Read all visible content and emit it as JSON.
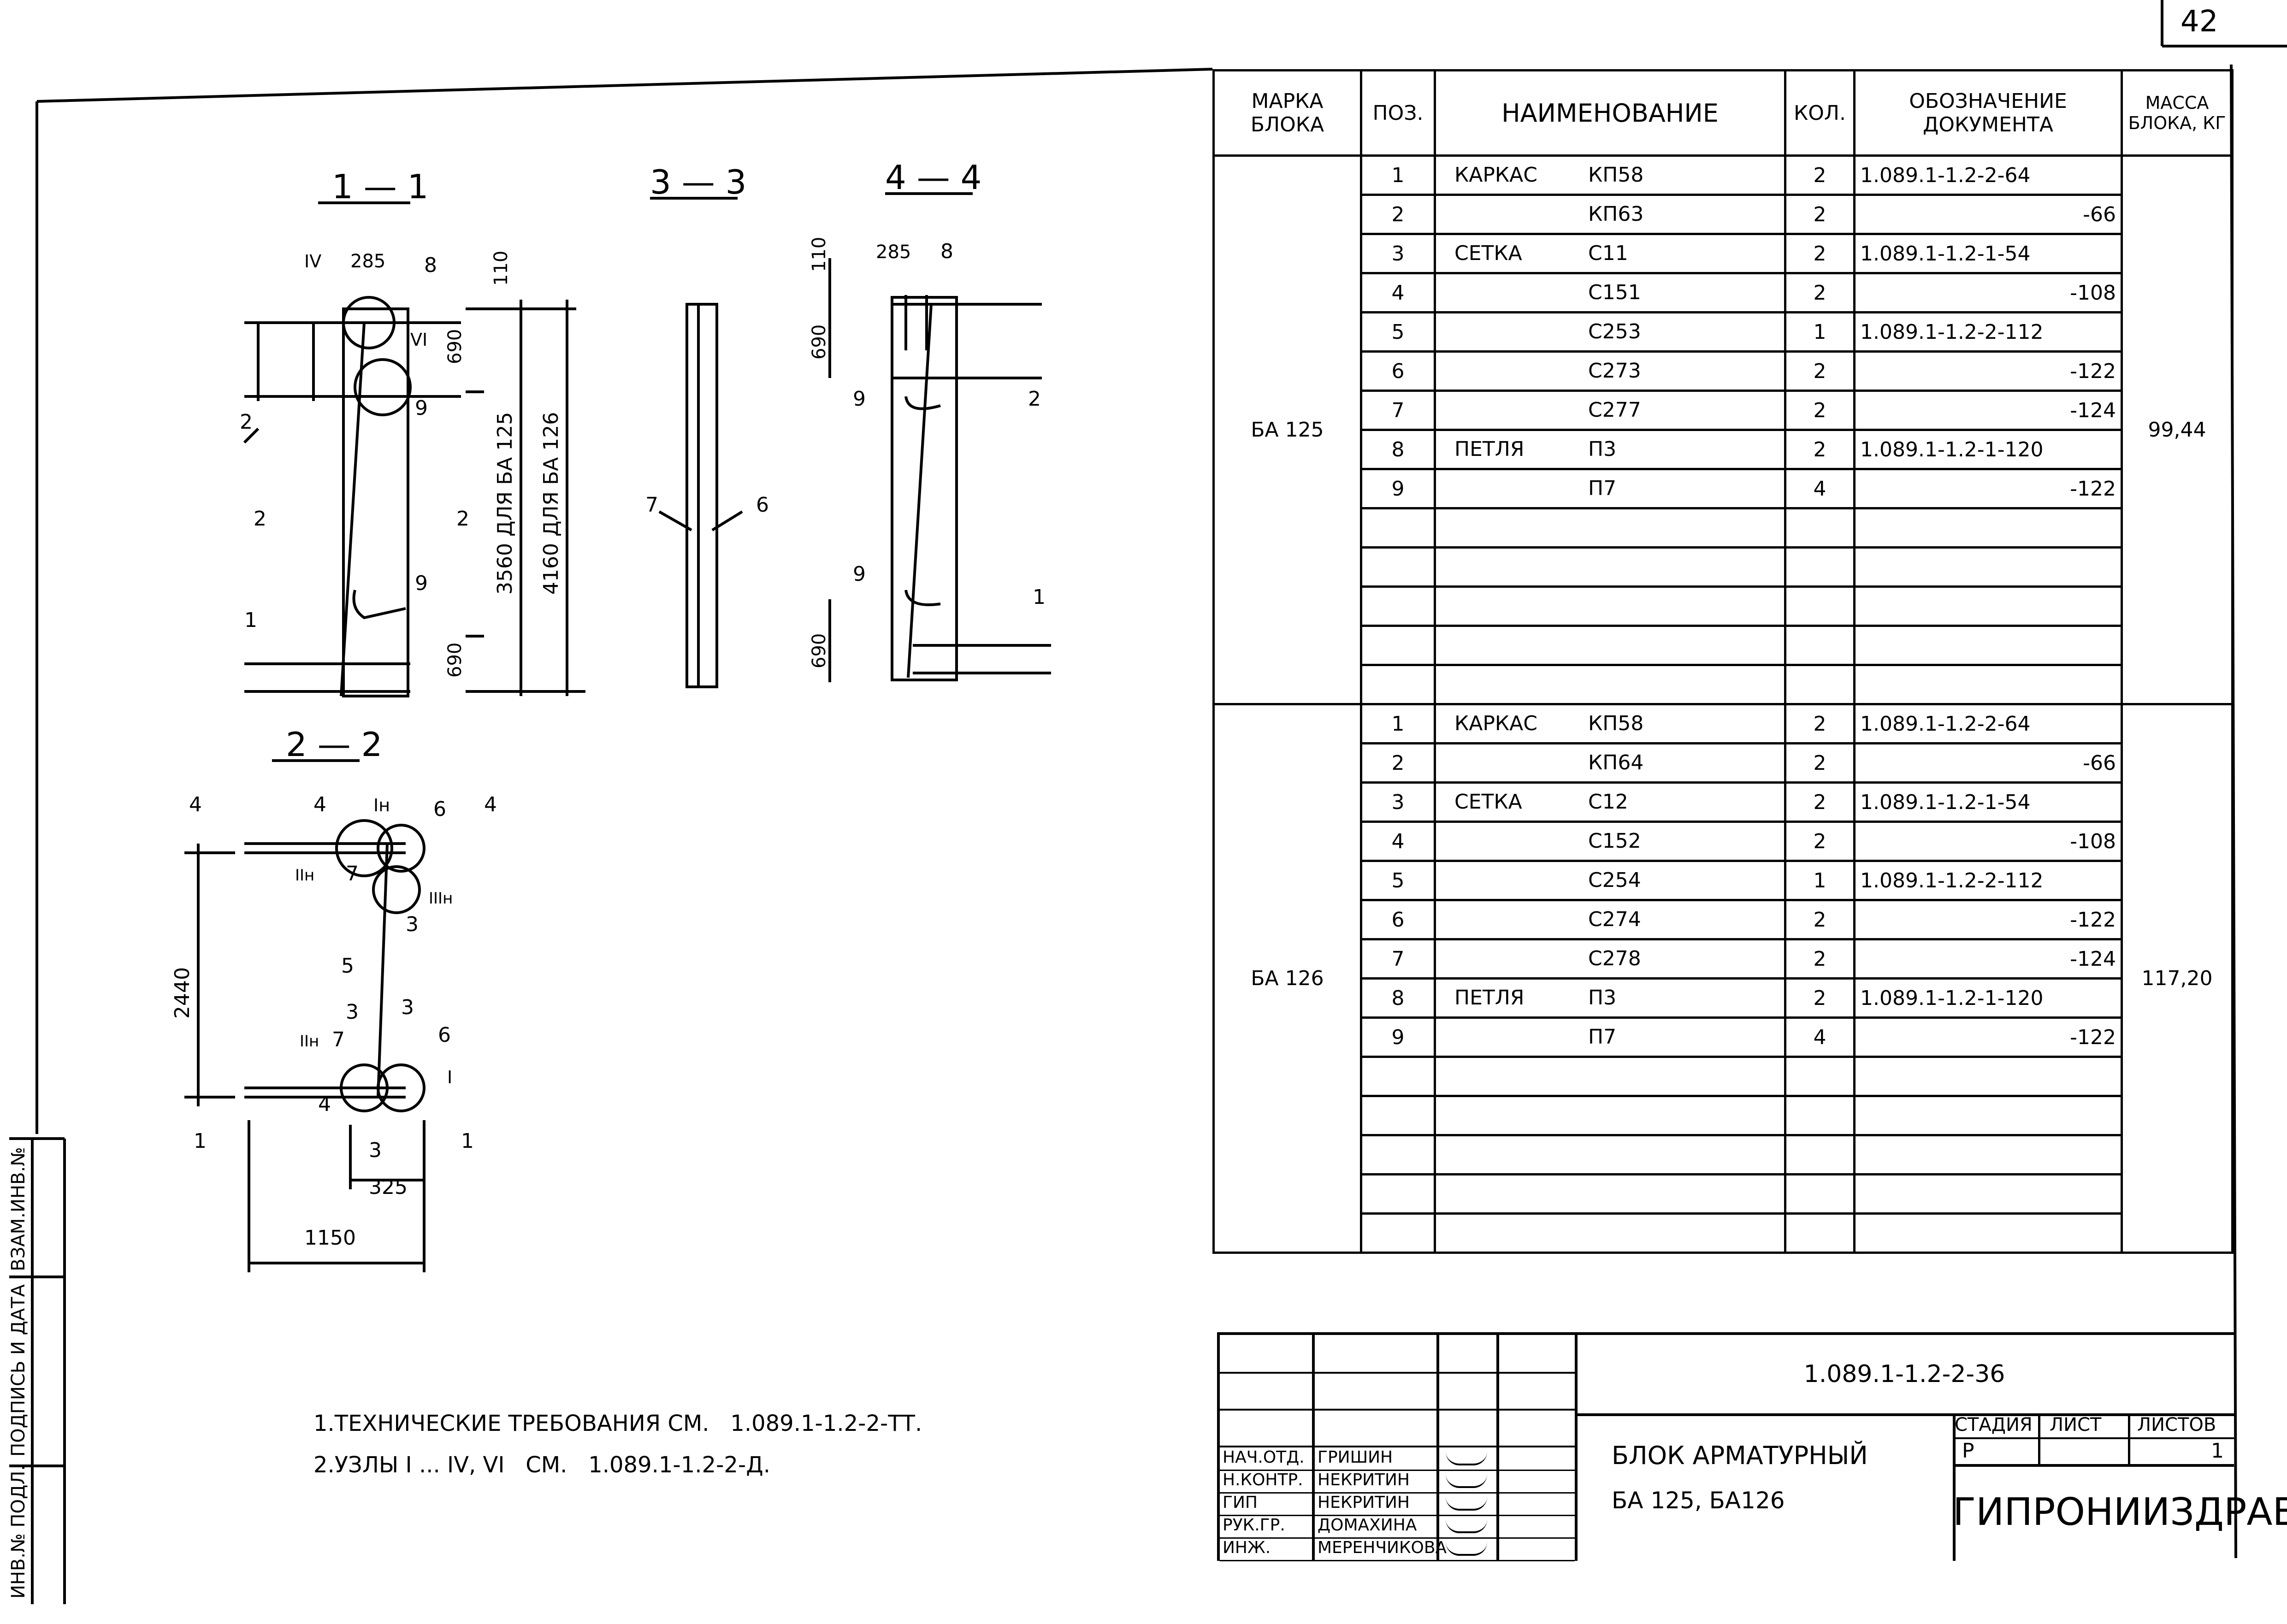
{
  "sheet_number": "42",
  "spec_headers": {
    "mark": "МАРКА БЛОКА",
    "pos": "ПОЗ.",
    "name": "НАИМЕНОВАНИЕ",
    "qty": "КОЛ.",
    "doc": "ОБОЗНАЧЕНИЕ ДОКУМЕНТА",
    "mass": "МАССА БЛОКА, КГ"
  },
  "blocks": [
    {
      "mark": "БА 125",
      "mass": "99,44",
      "rows": [
        {
          "pos": "1",
          "type": "КАРКАС",
          "item": "КП58",
          "qty": "2",
          "doc": "1.089.1-1.2-2-64"
        },
        {
          "pos": "2",
          "type": "",
          "item": "КП63",
          "qty": "2",
          "doc": "-66"
        },
        {
          "pos": "3",
          "type": "СЕТКА",
          "item": "С11",
          "qty": "2",
          "doc": "1.089.1-1.2-1-54"
        },
        {
          "pos": "4",
          "type": "",
          "item": "С151",
          "qty": "2",
          "doc": "-108"
        },
        {
          "pos": "5",
          "type": "",
          "item": "С253",
          "qty": "1",
          "doc": "1.089.1-1.2-2-112"
        },
        {
          "pos": "6",
          "type": "",
          "item": "С273",
          "qty": "2",
          "doc": "-122"
        },
        {
          "pos": "7",
          "type": "",
          "item": "С277",
          "qty": "2",
          "doc": "-124"
        },
        {
          "pos": "8",
          "type": "ПЕТЛЯ",
          "item": "П3",
          "qty": "2",
          "doc": "1.089.1-1.2-1-120"
        },
        {
          "pos": "9",
          "type": "",
          "item": "П7",
          "qty": "4",
          "doc": "-122"
        }
      ]
    },
    {
      "mark": "БА 126",
      "mass": "117,20",
      "rows": [
        {
          "pos": "1",
          "type": "КАРКАС",
          "item": "КП58",
          "qty": "2",
          "doc": "1.089.1-1.2-2-64"
        },
        {
          "pos": "2",
          "type": "",
          "item": "КП64",
          "qty": "2",
          "doc": "-66"
        },
        {
          "pos": "3",
          "type": "СЕТКА",
          "item": "С12",
          "qty": "2",
          "doc": "1.089.1-1.2-1-54"
        },
        {
          "pos": "4",
          "type": "",
          "item": "С152",
          "qty": "2",
          "doc": "-108"
        },
        {
          "pos": "5",
          "type": "",
          "item": "С254",
          "qty": "1",
          "doc": "1.089.1-1.2-2-112"
        },
        {
          "pos": "6",
          "type": "",
          "item": "С274",
          "qty": "2",
          "doc": "-122"
        },
        {
          "pos": "7",
          "type": "",
          "item": "С278",
          "qty": "2",
          "doc": "-124"
        },
        {
          "pos": "8",
          "type": "ПЕТЛЯ",
          "item": "П3",
          "qty": "2",
          "doc": "1.089.1-1.2-1-120"
        },
        {
          "pos": "9",
          "type": "",
          "item": "П7",
          "qty": "4",
          "doc": "-122"
        }
      ]
    }
  ],
  "sections": {
    "s11": "1 — 1",
    "s33": "3 — 3",
    "s44": "4 — 4",
    "s22": "2 — 2"
  },
  "dims": {
    "d285": "285",
    "d110": "110",
    "d690": "690",
    "d3560": "3560 ДЛЯ БА 125",
    "d4160": "4160 ДЛЯ БА 126",
    "d2440": "2440",
    "d325": "325",
    "d1150": "1150"
  },
  "labels": {
    "n1": "1",
    "n2": "2",
    "n3": "3",
    "n4": "4",
    "n5": "5",
    "n6": "6",
    "n7": "7",
    "n8": "8",
    "n9": "9",
    "IV": "IV",
    "VI": "VI",
    "I": "I",
    "In": "Iн",
    "IIn": "IIн",
    "IIIn": "IIIн"
  },
  "notes": [
    "1.ТЕХНИЧЕСКИЕ ТРЕБОВАНИЯ СМ.   1.089.1-1.2-2-ТТ.",
    "2.УЗЛЫ I ... IV, VI   СМ.   1.089.1-1.2-2-Д."
  ],
  "side_stamp": [
    "ИНВ.№ ПОДЛ.",
    "ПОДПИСЬ И ДАТА",
    "ВЗАМ.ИНВ.№"
  ],
  "title_block": {
    "code": "1.089.1-1.2-2-36",
    "title_line1": "БЛОК АРМАТУРНЫЙ",
    "title_line2": "БА 125,  БА126",
    "stage_label": "СТАДИЯ",
    "sheet_label": "ЛИСТ",
    "sheets_label": "ЛИСТОВ",
    "stage": "Р",
    "sheets": "1",
    "org": "ГИПРОНИИЗДРАВ",
    "staff": [
      {
        "role": "НАЧ.ОТД.",
        "name": "ГРИШИН"
      },
      {
        "role": "Н.КОНТР.",
        "name": "НЕКРИТИН"
      },
      {
        "role": "ГИП",
        "name": "НЕКРИТИН"
      },
      {
        "role": "РУК.ГР.",
        "name": "ДОМАХИНА"
      },
      {
        "role": "ИНЖ.",
        "name": "МЕРЕНЧИКОВА"
      }
    ]
  }
}
